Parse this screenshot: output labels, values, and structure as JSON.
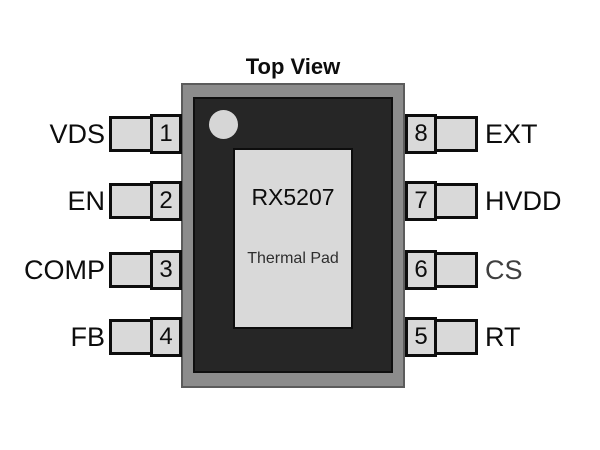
{
  "title": "Top View",
  "chip": {
    "name": "RX5207",
    "pad_label": "Thermal Pad"
  },
  "pins": {
    "left": [
      {
        "label": "VDS",
        "number": "1"
      },
      {
        "label": "EN",
        "number": "2"
      },
      {
        "label": "COMP",
        "number": "3"
      },
      {
        "label": "FB",
        "number": "4"
      }
    ],
    "right": [
      {
        "label": "EXT",
        "number": "8"
      },
      {
        "label": "HVDD",
        "number": "7"
      },
      {
        "label": "CS",
        "number": "6"
      },
      {
        "label": "RT",
        "number": "5"
      }
    ]
  },
  "colors": {
    "package_frame": "#8c8c8c",
    "package_frame_border": "#5c5c5c",
    "chip_body": "#262626",
    "pin_fill": "#d9d9d9",
    "pin_border": "#0d0d0d",
    "text": "#0d0d0d",
    "cs_label_gray": "#3f3f3f"
  }
}
